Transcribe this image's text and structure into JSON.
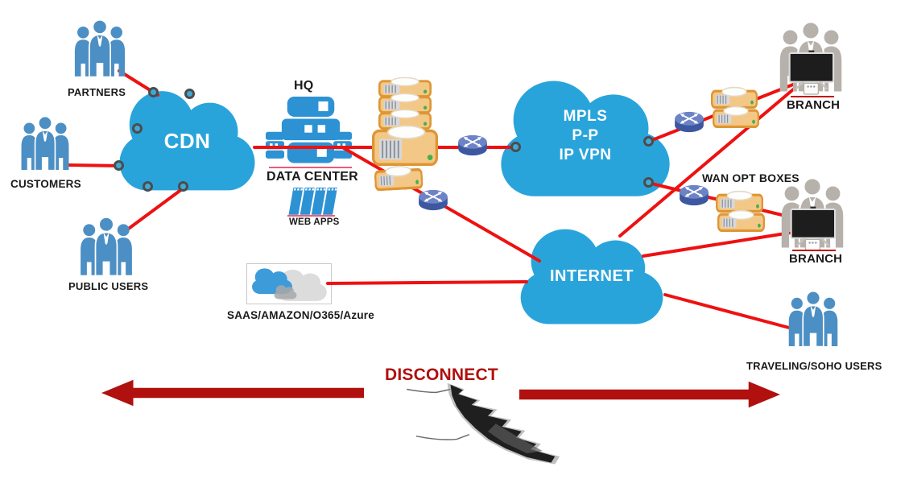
{
  "diagram": {
    "type": "network-architecture",
    "nodes": {
      "partners": {
        "label": "PARTNERS"
      },
      "customers": {
        "label": "CUSTOMERS"
      },
      "public_users": {
        "label": "PUBLIC USERS"
      },
      "cdn": {
        "label": "CDN"
      },
      "hq": {
        "label": "HQ"
      },
      "data_center": {
        "label": "DATA CENTER"
      },
      "web_apps": {
        "label": "WEB APPS"
      },
      "mpls": {
        "lines": [
          "MPLS",
          "P-P",
          "IP VPN"
        ]
      },
      "internet": {
        "label": "INTERNET"
      },
      "saas": {
        "label": "SAAS/AMAZON/O365/Azure"
      },
      "wan_opt_boxes": {
        "label": "WAN OPT BOXES"
      },
      "branch_top": {
        "label": "BRANCH"
      },
      "branch_bottom": {
        "label": "BRANCH"
      },
      "traveling_soho": {
        "label": "TRAVELING/SOHO USERS"
      },
      "disconnect": {
        "label": "DISCONNECT"
      }
    },
    "colors": {
      "cloud_blue": "#29A4DB",
      "icon_blue": "#2D92D4",
      "people_blue": "#4C8FC4",
      "people_gray": "#B7B1AB",
      "connection_red": "#EE1111",
      "disconnect_dark_red": "#B0100E",
      "wan_box_orange": "#DE9634",
      "router_blue": "#3D57A0",
      "underline_pink": "#EF5A77"
    }
  }
}
